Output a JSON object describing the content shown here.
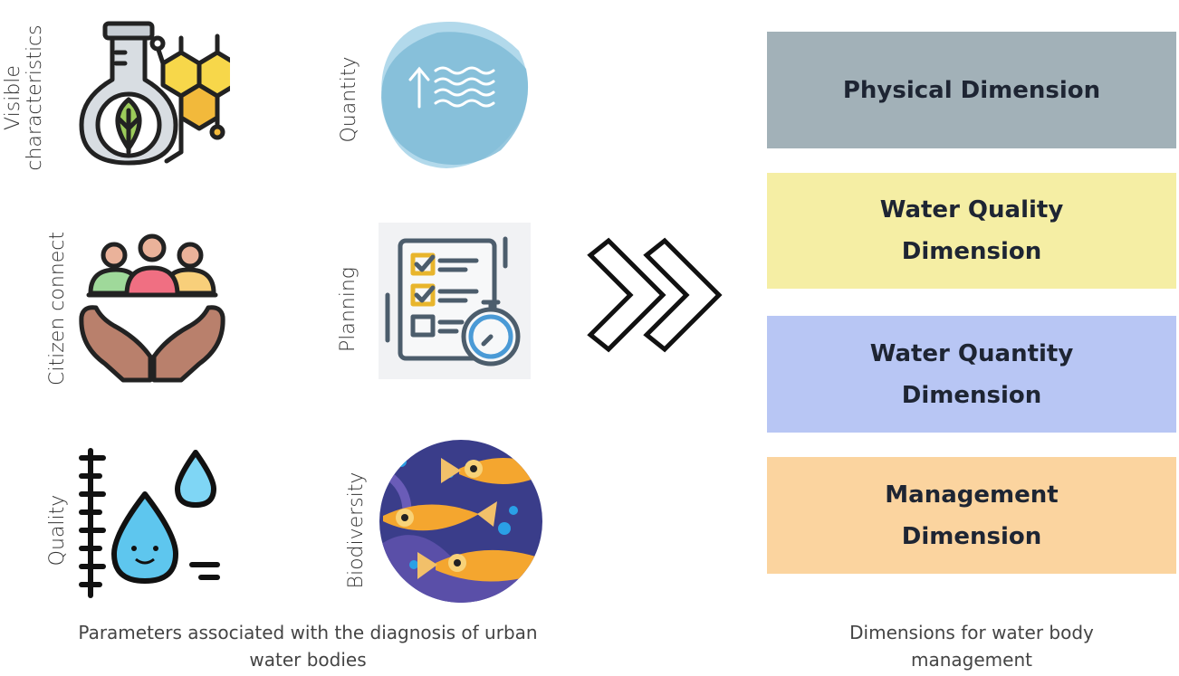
{
  "parameters": {
    "visible": {
      "line1": "Visible",
      "line2": "characteristics",
      "icon": "flask-leaf-molecule-icon"
    },
    "quantity": {
      "label": "Quantity",
      "icon": "water-level-icon"
    },
    "citizen": {
      "label": "Citizen connect",
      "icon": "community-hands-icon"
    },
    "planning": {
      "label": "Planning",
      "icon": "checklist-stopwatch-icon"
    },
    "quality": {
      "label": "Quality",
      "icon": "water-drops-gauge-icon"
    },
    "biodiversity": {
      "label": "Biodiversity",
      "icon": "fish-circle-icon"
    },
    "caption_line1": "Parameters associated with the diagnosis of urban",
    "caption_line2": "water bodies"
  },
  "arrow_icon": "double-chevron-right-icon",
  "dimensions": [
    {
      "line1": "Physical Dimension",
      "line2": "",
      "color": "#a2b1b8"
    },
    {
      "line1": "Water Quality",
      "line2": "Dimension",
      "color": "#f5eea4"
    },
    {
      "line1": "Water Quantity",
      "line2": "Dimension",
      "color": "#b8c6f4"
    },
    {
      "line1": "Management",
      "line2": "Dimension",
      "color": "#fbd49f"
    }
  ],
  "dimensions_caption_line1": "Dimensions for water body",
  "dimensions_caption_line2": "management"
}
